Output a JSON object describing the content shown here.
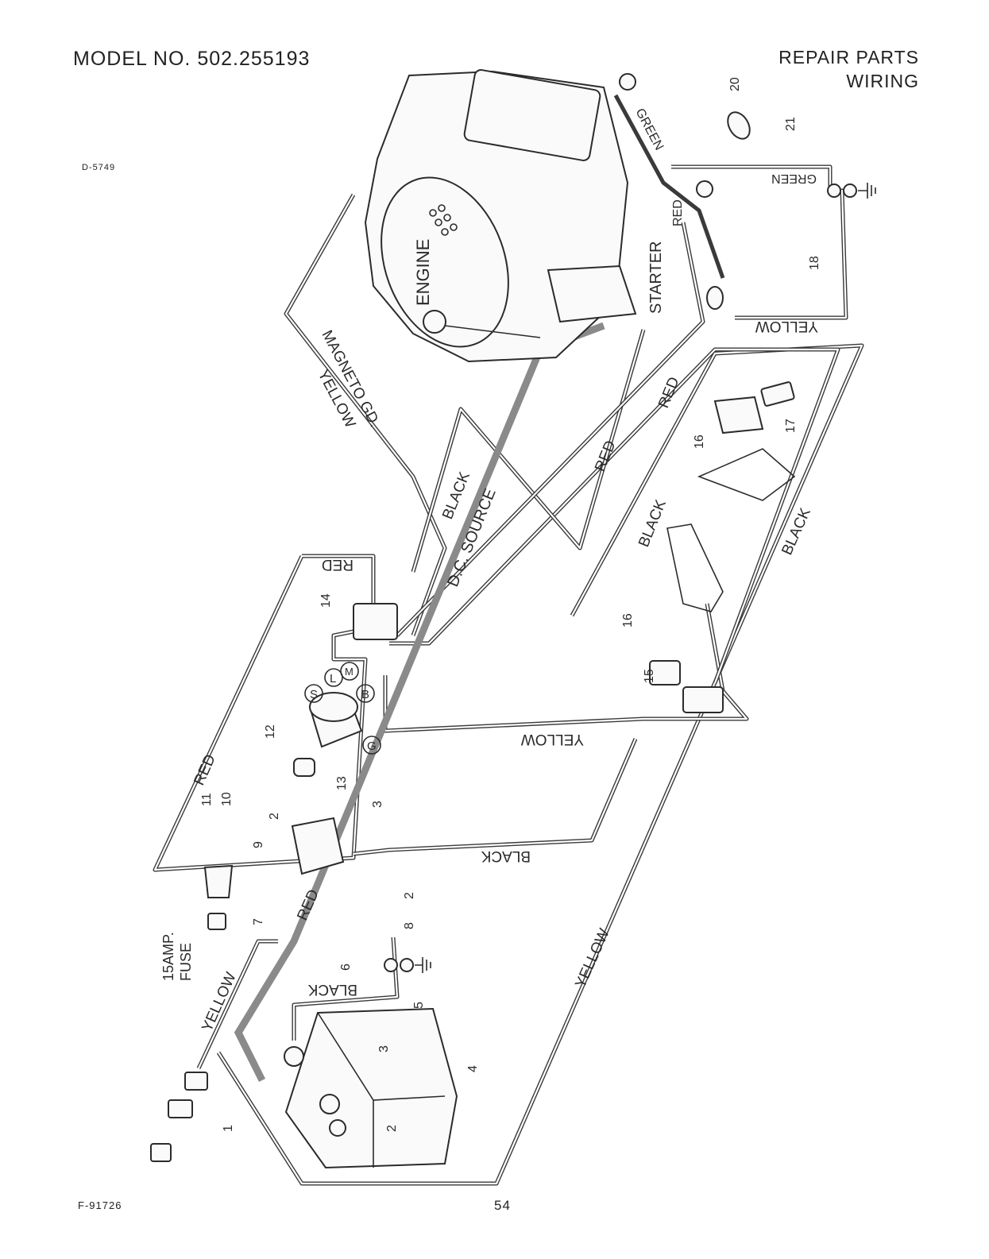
{
  "header": {
    "model": "MODEL NO. 502.255193",
    "title_line1": "REPAIR PARTS",
    "title_line2": "WIRING",
    "drawing_code": "D-5749"
  },
  "footer": {
    "figure_code": "F-91726",
    "page_number": "54"
  },
  "diagram": {
    "component_labels": {
      "engine": "ENGINE",
      "starter": "STARTER",
      "dc_source": "D.C. SOURCE",
      "fuse_rating": "15AMP.",
      "fuse": "FUSE"
    },
    "wire_labels": {
      "magneto": "MAGNETO GD.",
      "yellow": "YELLOW",
      "red": "RED",
      "black": "BLACK",
      "green": "GREEN"
    },
    "terminal_letters": [
      "S",
      "L",
      "M",
      "B",
      "G"
    ],
    "callouts": [
      "1",
      "2",
      "3",
      "4",
      "5",
      "6",
      "7",
      "8",
      "9",
      "10",
      "11",
      "12",
      "13",
      "14",
      "15",
      "16",
      "17",
      "18",
      "20",
      "21"
    ]
  }
}
